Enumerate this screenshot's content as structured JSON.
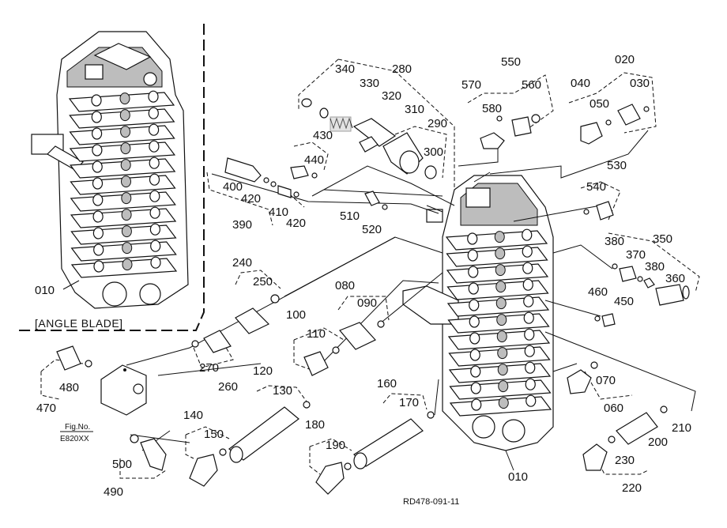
{
  "drawing_id": "RD478-091-11",
  "inset_caption": "[ANGLE BLADE]",
  "fig_ref": {
    "line1": "Fig.No.",
    "line2": "E820XX"
  },
  "labels": {
    "l010a": "010",
    "l010b": "010",
    "l020": "020",
    "l030": "030",
    "l040": "040",
    "l050": "050",
    "l060": "060",
    "l070": "070",
    "l080": "080",
    "l090": "090",
    "l100": "100",
    "l110": "110",
    "l120": "120",
    "l130": "130",
    "l140": "140",
    "l150": "150",
    "l160": "160",
    "l170": "170",
    "l180": "180",
    "l190": "190",
    "l200": "200",
    "l210": "210",
    "l220": "220",
    "l230": "230",
    "l240": "240",
    "l250": "250",
    "l260": "260",
    "l270": "270",
    "l280": "280",
    "l290": "290",
    "l300": "300",
    "l310": "310",
    "l320": "320",
    "l330": "330",
    "l340": "340",
    "l350": "350",
    "l360": "360",
    "l370": "370",
    "l380a": "380",
    "l380b": "380",
    "l390": "390",
    "l400": "400",
    "l410": "410",
    "l420a": "420",
    "l420b": "420",
    "l430": "430",
    "l440": "440",
    "l450": "450",
    "l460": "460",
    "l470": "470",
    "l480": "480",
    "l490": "490",
    "l500": "500",
    "l510": "510",
    "l520": "520",
    "l530": "530",
    "l540": "540",
    "l550": "550",
    "l560": "560",
    "l570": "570",
    "l580": "580"
  }
}
